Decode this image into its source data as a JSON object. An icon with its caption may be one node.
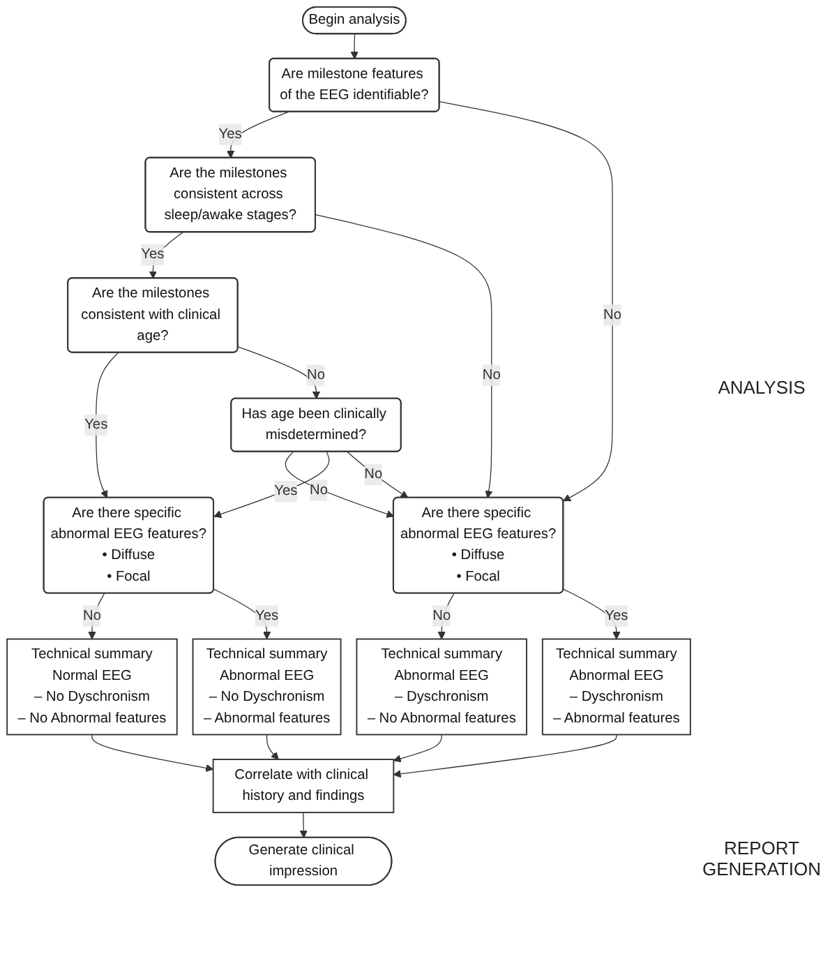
{
  "diagram": {
    "nodes": [
      {
        "text": [
          "Begin analysis"
        ]
      },
      {
        "text": [
          "Are milestone features of the EEG identifiable?"
        ]
      },
      {
        "text": [
          "Are the milestones consistent across sleep/awake stages?"
        ]
      },
      {
        "text": [
          "Are the milestones consistent with clinical age?"
        ]
      },
      {
        "text": [
          "Has age been clinically misdetermined?"
        ]
      },
      {
        "text": [
          "Are there specific abnormal EEG features?",
          "• Diffuse",
          "• Focal"
        ]
      },
      {
        "text": [
          "Are there specific abnormal EEG features?",
          "• Diffuse",
          "• Focal"
        ]
      },
      {
        "text": [
          "Technical summary",
          "Normal EEG",
          "– No Dyschronism",
          "– No Abnormal features"
        ]
      },
      {
        "text": [
          "Technical summary",
          "Abnormal EEG",
          "– No Dyschronism",
          "– Abnormal features"
        ]
      },
      {
        "text": [
          "Technical summary",
          "Abnormal EEG",
          "– Dyschronism",
          "– No Abnormal features"
        ]
      },
      {
        "text": [
          "Technical summary",
          "Abnormal EEG",
          "– Dyschronism",
          "– Abnormal features"
        ]
      },
      {
        "text": [
          "Correlate with clinical history and findings"
        ]
      },
      {
        "text": [
          "Generate clinical impression"
        ]
      }
    ],
    "edges": [
      {
        "from": 0,
        "to": 1,
        "arrow": "to"
      },
      {
        "from": 1,
        "to": 2,
        "arrow": "to",
        "label": "Yes"
      },
      {
        "from": 1,
        "to": 6,
        "arrow": "to",
        "label": "No"
      },
      {
        "from": 2,
        "to": 3,
        "arrow": "to",
        "label": "Yes"
      },
      {
        "from": 2,
        "to": 6,
        "arrow": "to",
        "label": "No"
      },
      {
        "from": 3,
        "to": 5,
        "arrow": "to",
        "label": "Yes"
      },
      {
        "from": 3,
        "to": 4,
        "arrow": "to",
        "label": "No"
      },
      {
        "from": 4,
        "to": 6,
        "arrow": "to",
        "label": "No"
      },
      {
        "from": 4,
        "to": 5,
        "arrow": "to",
        "label": "Yes"
      },
      {
        "from": 4,
        "to": 6,
        "arrow": "to",
        "label": "No"
      },
      {
        "from": 5,
        "to": 7,
        "arrow": "to",
        "label": "No"
      },
      {
        "from": 5,
        "to": 8,
        "arrow": "to",
        "label": "Yes"
      },
      {
        "from": 6,
        "to": 9,
        "arrow": "to",
        "label": "No"
      },
      {
        "from": 6,
        "to": 10,
        "arrow": "to",
        "label": "Yes"
      },
      {
        "from": 7,
        "to": 11,
        "arrow": "to"
      },
      {
        "from": 8,
        "to": 11,
        "arrow": "to"
      },
      {
        "from": 9,
        "to": 11,
        "arrow": "to"
      },
      {
        "from": 10,
        "to": 11,
        "arrow": "to"
      },
      {
        "from": 11,
        "to": 12,
        "arrow": "to"
      }
    ],
    "labels": [
      "ANALYSIS",
      "REPORT GENERATION"
    ]
  }
}
